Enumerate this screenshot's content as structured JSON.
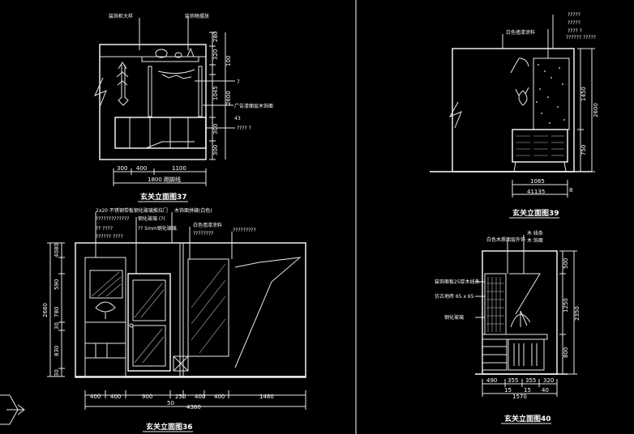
{
  "drawings": {
    "e37": {
      "title": "玄关立面图37",
      "top_labels": [
        "装饰柜大样",
        "装饰物摆放"
      ],
      "right_dims": [
        "280",
        "320",
        "100",
        "1045",
        "2600",
        "300",
        "300"
      ],
      "side_notes": [
        "7",
        "广告漆面层木饰面",
        "43",
        "???? ?"
      ],
      "bottom_dims": [
        "300",
        "400",
        "1100"
      ],
      "bottom_total": "1800 踢脚线"
    },
    "e36": {
      "title": "玄关立面图36",
      "top_labels": [
        "2x20 不锈钢带板钢化玻璃推拉门",
        "?????????????",
        "?? ????",
        "?????? ????",
        "木饰面拼缝(白色)",
        "钢化玻璃 (?)",
        "?? 5mm钢化玻璃",
        "白色墙漆涂料",
        "????????",
        "?????????"
      ],
      "left_dims": [
        "4080",
        "590",
        "2680",
        "780",
        "30",
        "830",
        "30"
      ],
      "bottom_dims": [
        "400",
        "400",
        "900",
        "250",
        "400",
        "400",
        "1480"
      ],
      "bottom_sub": "50",
      "bottom_total": "4380"
    },
    "e39": {
      "title": "玄关立面图39",
      "top_labels": [
        "?????",
        "?????",
        "白色墙漆涂料",
        "???? ?",
        "?????? ?????"
      ],
      "right_dims": [
        "1450",
        "2600",
        "750"
      ],
      "bottom_dims": [
        "1085",
        "41135"
      ],
      "bottom_extra": "8"
    },
    "e40": {
      "title": "玄关立面图40",
      "top_labels": [
        "白色木质面层外饰",
        "木 线条",
        "木 饰面"
      ],
      "left_notes": [
        "装饰面板25厚木线条",
        "仿古地砖 65 x 65",
        "钢化玻璃"
      ],
      "right_dims": [
        "500",
        "1250",
        "2350",
        "800"
      ],
      "bottom_dims": [
        "490",
        "355",
        "355",
        "320"
      ],
      "bottom_sub": [
        "15",
        "15",
        "40"
      ],
      "bottom_total": "1570"
    }
  },
  "colors": {
    "background": "#000000",
    "lines": "#ffffff"
  }
}
